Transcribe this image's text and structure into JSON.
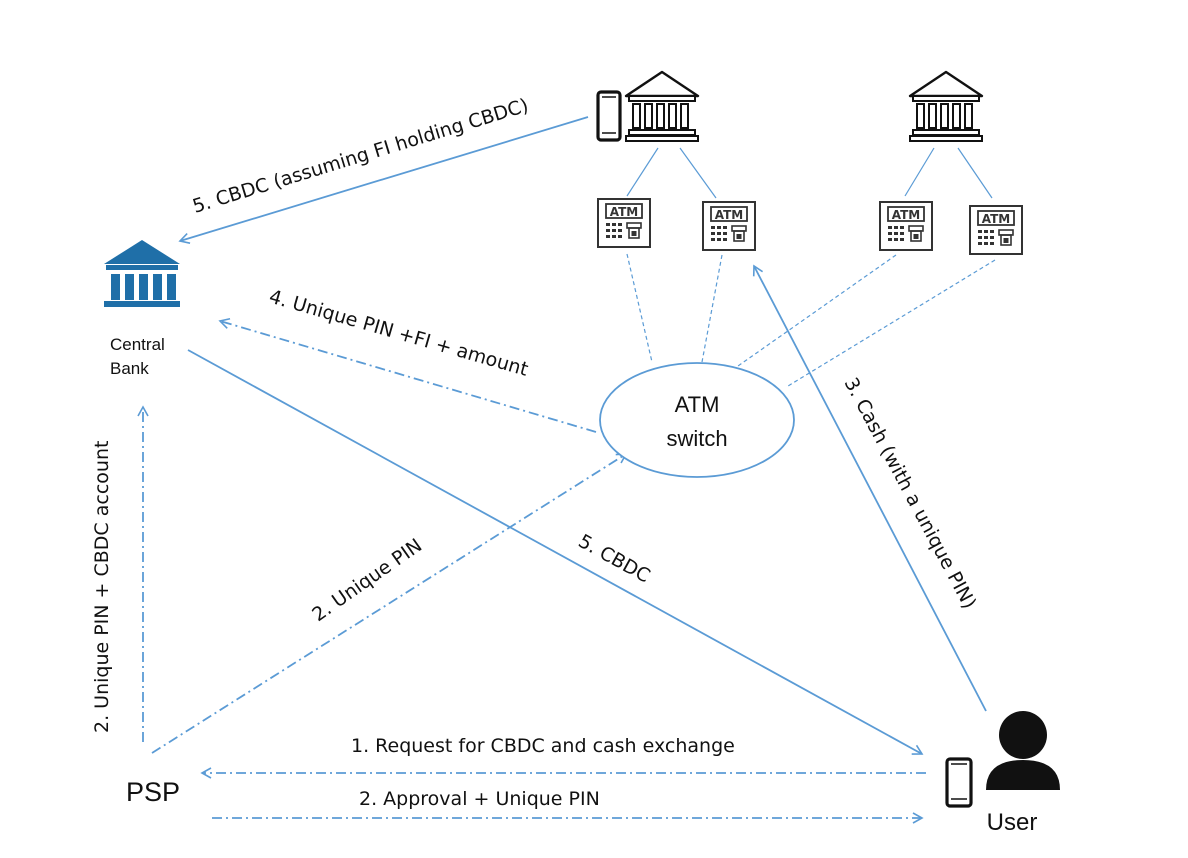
{
  "nodes": {
    "central_bank": {
      "line1": "Central",
      "line2": "Bank"
    },
    "atm_switch": {
      "line1": "ATM",
      "line2": "switch"
    },
    "psp": {
      "label": "PSP"
    },
    "user": {
      "label": "User"
    },
    "atm_text": "ATM"
  },
  "edges": {
    "cbdc_fi": "5. CBDC (assuming FI  holding CBDC)",
    "unique_pin_fi_amount": "4. Unique PIN +FI + amount",
    "cbdc_user": "5. CBDC",
    "unique_pin_switch": "2. Unique PIN",
    "unique_pin_cbdc_account": "2. Unique PIN + CBDC account",
    "cash_unique_pin": "3. Cash (with a unique PIN)",
    "request": "1. Request for CBDC and cash exchange",
    "approval": "2. Approval + Unique PIN"
  },
  "colors": {
    "arrow": "#5b9bd5",
    "bank_blue": "#1f6fa8",
    "icon_dark": "#111111"
  }
}
